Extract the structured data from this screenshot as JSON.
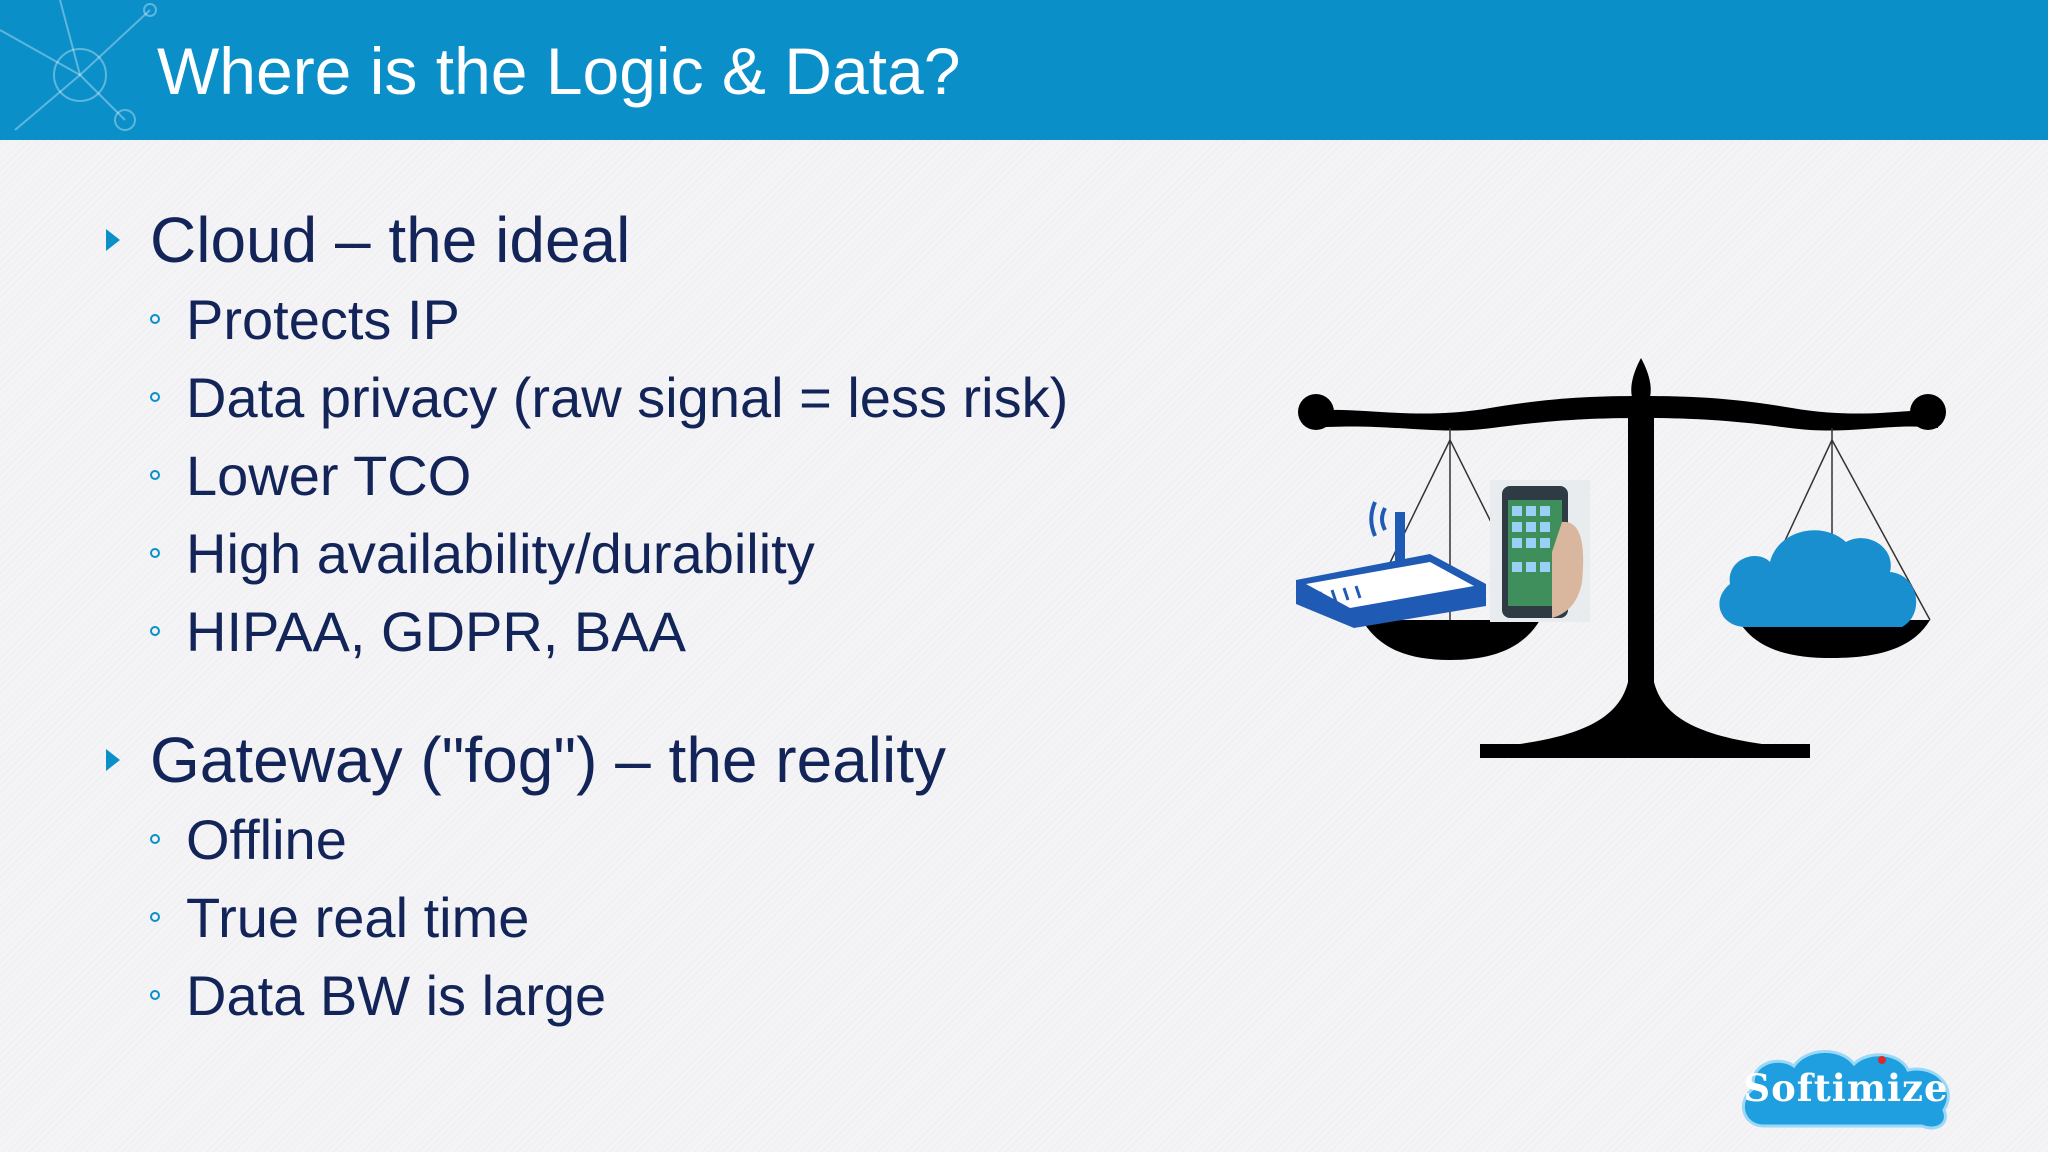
{
  "title": "Where is the Logic & Data?",
  "sections": [
    {
      "heading": "Cloud – the ideal",
      "bullets": [
        "Protects IP",
        "Data privacy (raw signal = less risk)",
        "Lower TCO",
        "High availability/durability",
        "HIPAA, GDPR, BAA"
      ]
    },
    {
      "heading": "Gateway (\"fog\") – the reality",
      "bullets": [
        "Offline",
        "True real time",
        "Data BW is large"
      ]
    }
  ],
  "logo": {
    "text": "Softimize"
  },
  "colors": {
    "header": "#0a8fc9",
    "text": "#122458",
    "bullet": "#0a8fc9",
    "cloud": "#1a8fd0",
    "router": "#1f5bb5"
  },
  "icons": [
    "balance-scale-icon",
    "router-icon",
    "smartphone-icon",
    "cloud-icon",
    "network-nodes-icon"
  ]
}
